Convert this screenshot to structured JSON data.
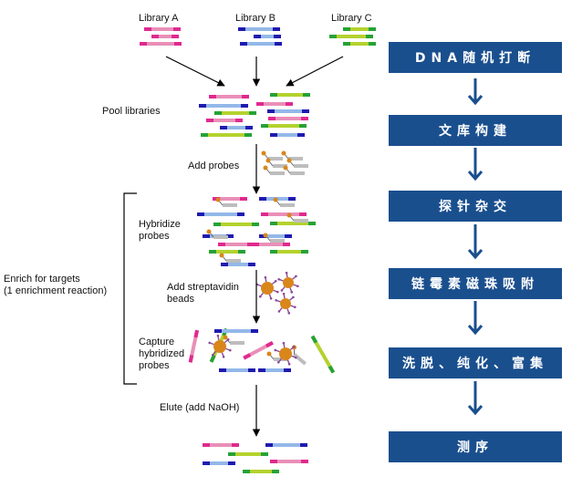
{
  "colors": {
    "pink": "#e98fb8",
    "magenta": "#e0298f",
    "blue": "#93b8e8",
    "navy": "#1f1ab0",
    "lime": "#b4d22e",
    "green": "#26a236",
    "grey": "#bdbdbd",
    "bead": "#d9861a",
    "step_box": "#1a4f8e",
    "step_arrow": "#1a4f8e"
  },
  "libraries": {
    "a": "Library A",
    "b": "Library B",
    "c": "Library C"
  },
  "labels": {
    "pool": "Pool libraries",
    "add_probes": "Add probes",
    "hybridize": "Hybridize\nprobes",
    "add_beads": "Add streptavidin\nbeads",
    "capture": "Capture\nhybridized\nprobes",
    "elute": "Elute (add NaOH)",
    "enrich": "Enrich for targets\n(1 enrichment reaction)"
  },
  "steps": [
    {
      "label": "DNA随机打断"
    },
    {
      "label": "文库构建"
    },
    {
      "label": "探针杂交"
    },
    {
      "label": "链霉素磁珠吸附"
    },
    {
      "label": "洗脱、纯化、富集"
    },
    {
      "label": "测序"
    }
  ]
}
